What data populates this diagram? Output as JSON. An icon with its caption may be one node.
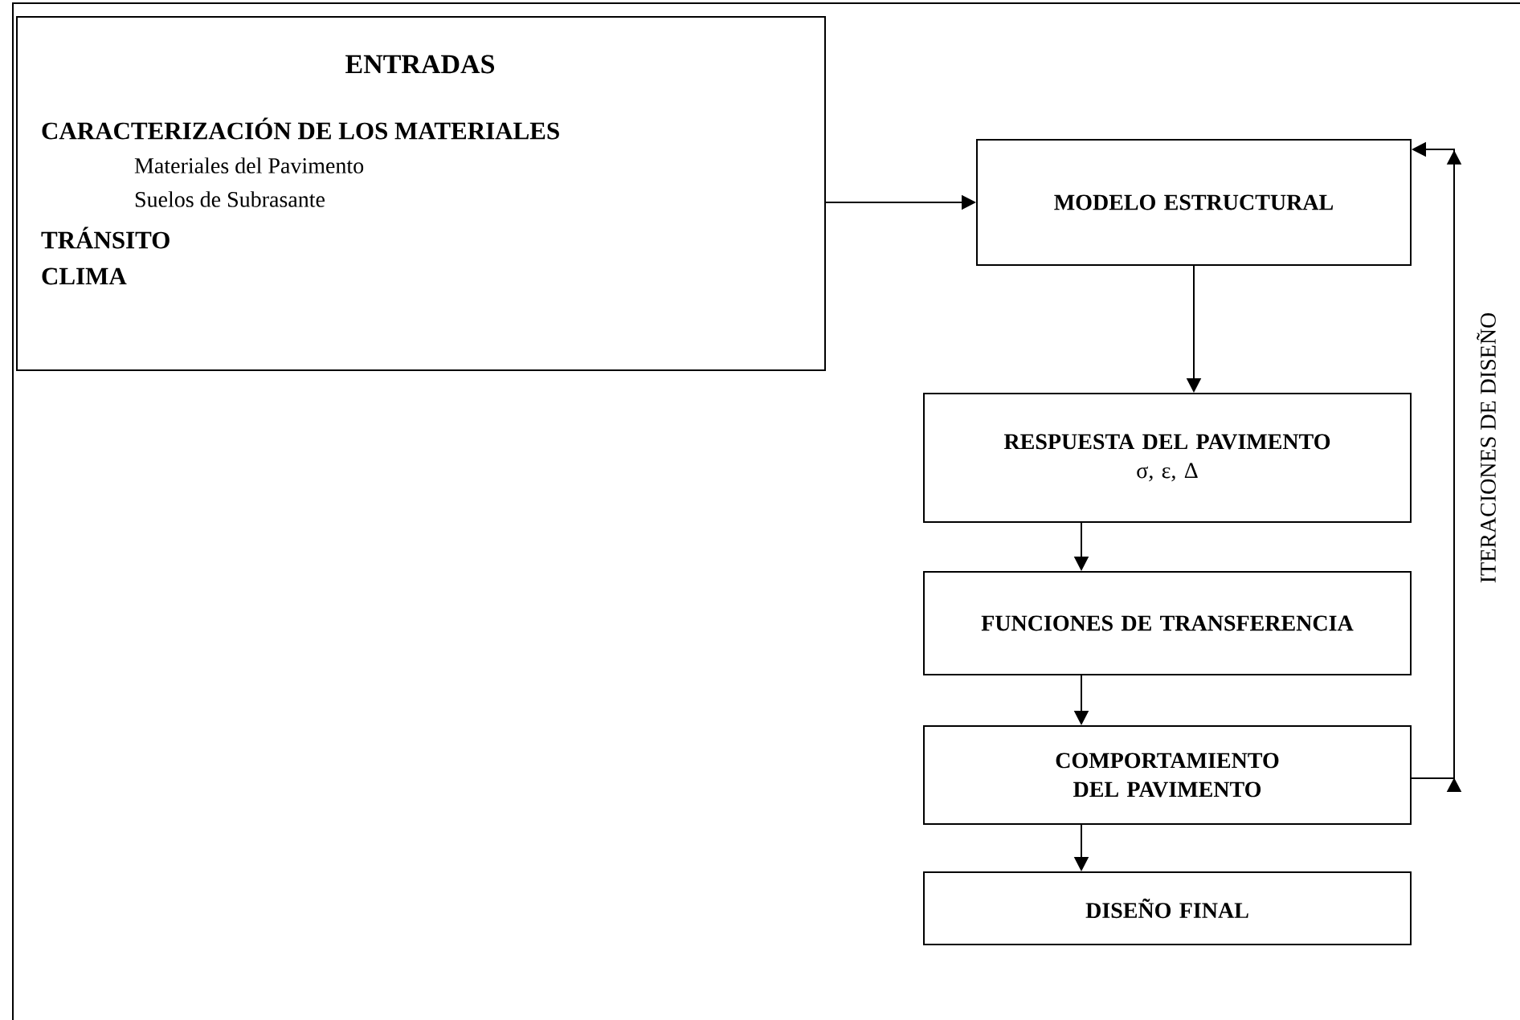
{
  "diagram": {
    "nodes": [
      {
        "text": [
          "ENTRADAS",
          "CARACTERIZACIÓN DE LOS MATERIALES",
          "Materiales del Pavimento",
          "Suelos de Subrasante",
          "TRÁNSITO",
          "CLIMA"
        ]
      },
      {
        "text": [
          "MODELO ESTRUCTURAL"
        ]
      },
      {
        "text": [
          "RESPUESTA DEL PAVIMENTO",
          "σ, ε, Δ"
        ]
      },
      {
        "text": [
          "FUNCIONES DE TRANSFERENCIA"
        ]
      },
      {
        "text": [
          "COMPORTAMIENTO DEL PAVIMENTO"
        ]
      },
      {
        "text": [
          "DISEÑO FINAL"
        ]
      }
    ],
    "edges": [
      {
        "from": 0,
        "to": 1,
        "arrow": "to"
      },
      {
        "from": 1,
        "to": 2,
        "arrow": "to"
      },
      {
        "from": 2,
        "to": 3,
        "arrow": "to"
      },
      {
        "from": 3,
        "to": 4,
        "arrow": "to"
      },
      {
        "from": 4,
        "to": 5,
        "arrow": "to"
      },
      {
        "from": 4,
        "to": 1,
        "arrow": "to",
        "label": "ITERACIONES DE DISEÑO"
      }
    ]
  }
}
